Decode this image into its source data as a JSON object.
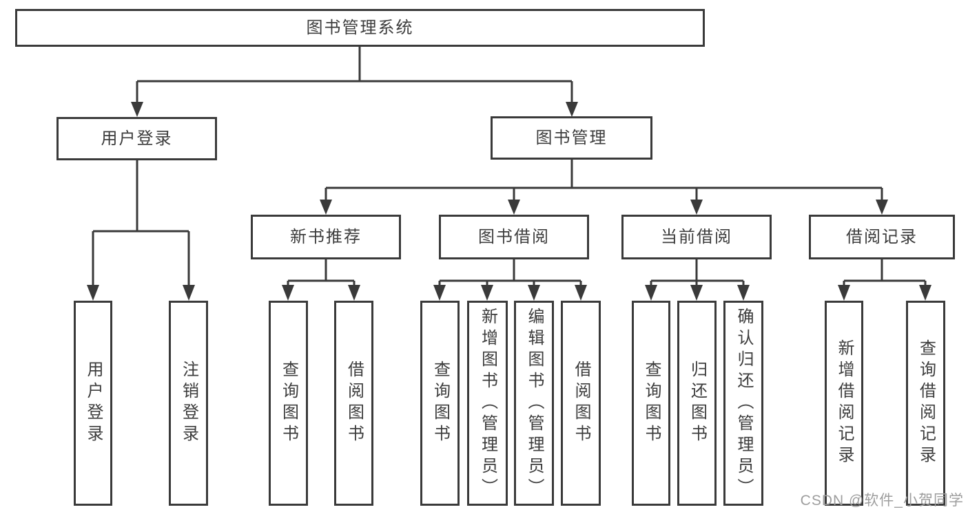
{
  "diagram": {
    "title": "图书管理系统",
    "root": {
      "label": "图书管理系统"
    },
    "level1": [
      {
        "id": "user-login",
        "label": "用户登录"
      },
      {
        "id": "book-management",
        "label": "图书管理"
      }
    ],
    "level2": [
      {
        "id": "new-book-recommend",
        "label": "新书推荐",
        "parent": "图书管理"
      },
      {
        "id": "book-borrow",
        "label": "图书借阅",
        "parent": "图书管理"
      },
      {
        "id": "current-borrow",
        "label": "当前借阅",
        "parent": "图书管理"
      },
      {
        "id": "borrow-records",
        "label": "借阅记录",
        "parent": "图书管理"
      }
    ],
    "leaves": [
      {
        "label": "用户登录",
        "parent": "用户登录"
      },
      {
        "label": "注销登录",
        "parent": "用户登录"
      },
      {
        "label": "查询图书",
        "parent": "新书推荐"
      },
      {
        "label": "借阅图书",
        "parent": "新书推荐"
      },
      {
        "label": "查询图书",
        "parent": "图书借阅"
      },
      {
        "label": "新增图书（管理员）",
        "parent": "图书借阅"
      },
      {
        "label": "编辑图书（管理员）",
        "parent": "图书借阅"
      },
      {
        "label": "借阅图书",
        "parent": "图书借阅"
      },
      {
        "label": "查询图书",
        "parent": "当前借阅"
      },
      {
        "label": "归还图书",
        "parent": "当前借阅"
      },
      {
        "label": "确认归还（管理员）",
        "parent": "当前借阅"
      },
      {
        "label": "新增借阅记录",
        "parent": "借阅记录"
      },
      {
        "label": "查询借阅记录",
        "parent": "借阅记录"
      }
    ]
  },
  "watermark": {
    "text": "CSDN @软件_小贺同学"
  },
  "colors": {
    "line": "#3a3a3a",
    "box_border": "#3a3a3a",
    "text": "#3c3c3c",
    "watermark_text": "#9d9d9d",
    "background": "#ffffff"
  }
}
